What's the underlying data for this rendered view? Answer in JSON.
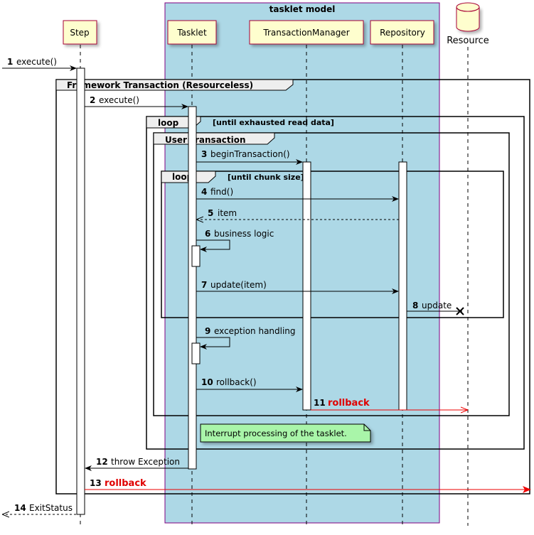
{
  "box": {
    "title": "tasklet model",
    "color": "#add8e6"
  },
  "participants": {
    "step": "Step",
    "tasklet": "Tasklet",
    "transaction_manager": "TransactionManager",
    "repository": "Repository",
    "resource": "Resource"
  },
  "groups": {
    "framework_tx": "Framework Transaction (Resourceless)",
    "outer_loop": "loop",
    "outer_loop_cond": "[until exhausted read data]",
    "user_tx": "User Transaction",
    "inner_loop": "loop",
    "inner_loop_cond": "[until chunk size]"
  },
  "messages": {
    "m1": {
      "num": "1",
      "label": "execute()"
    },
    "m2": {
      "num": "2",
      "label": "execute()"
    },
    "m3": {
      "num": "3",
      "label": "beginTransaction()"
    },
    "m4": {
      "num": "4",
      "label": "find()"
    },
    "m5": {
      "num": "5",
      "label": "item"
    },
    "m6": {
      "num": "6",
      "label": "business logic"
    },
    "m7": {
      "num": "7",
      "label": "update(item)"
    },
    "m8": {
      "num": "8",
      "label": "update"
    },
    "m9": {
      "num": "9",
      "label": "exception handling"
    },
    "m10": {
      "num": "10",
      "label": "rollback()"
    },
    "m11": {
      "num": "11",
      "label": "rollback"
    },
    "m12": {
      "num": "12",
      "label": "throw Exception"
    },
    "m13": {
      "num": "13",
      "label": "rollback"
    },
    "m14": {
      "num": "14",
      "label": "ExitStatus"
    }
  },
  "note": {
    "text": "Interrupt processing of the tasklet.",
    "color": "#a9f5a9"
  },
  "colors": {
    "participant_fill": "#fefece",
    "participant_border": "#a80036",
    "rollback": "#ee0000"
  }
}
